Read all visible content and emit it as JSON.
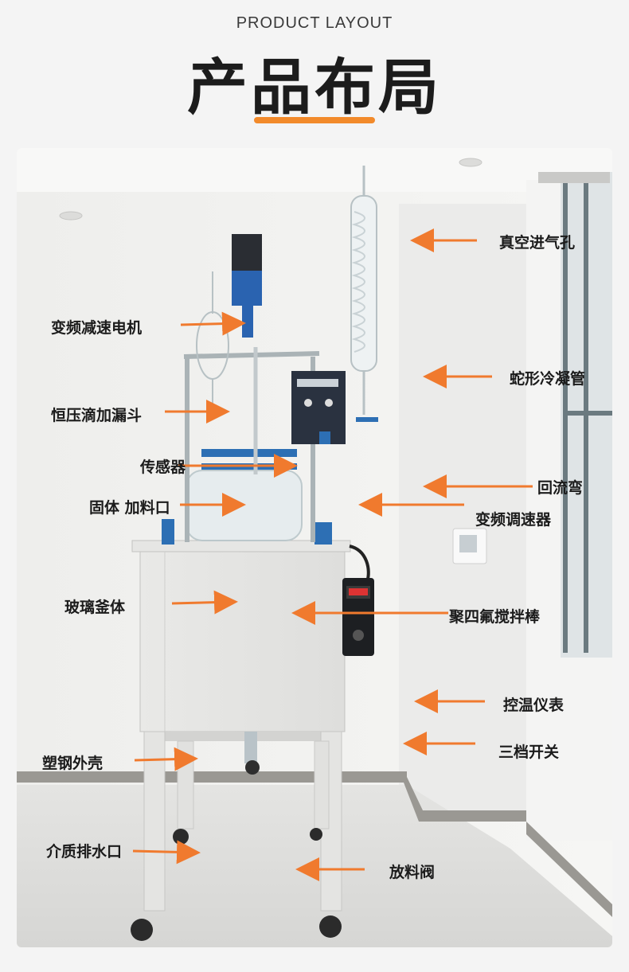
{
  "header": {
    "subtitle": "PRODUCT LAYOUT",
    "title": "产品布局",
    "accent_color": "#f28a2b"
  },
  "labels": {
    "vacuum_inlet": "真空进气孔",
    "motor": "变频减速电机",
    "coil_condenser": "蛇形冷凝管",
    "dropping_funnel": "恒压滴加漏斗",
    "sensor": "传感器",
    "reflux_elbow": "回流弯",
    "solid_feed": "固体 加料口",
    "speed_controller": "变频调速器",
    "glass_kettle": "玻璃釜体",
    "ptfe_stirrer": "聚四氟搅拌棒",
    "temp_meter": "控温仪表",
    "three_switch": "三档开关",
    "steel_shell": "塑钢外壳",
    "medium_drain": "介质排水口",
    "discharge_valve": "放料阀"
  },
  "arrow_color": "#f07a2e"
}
